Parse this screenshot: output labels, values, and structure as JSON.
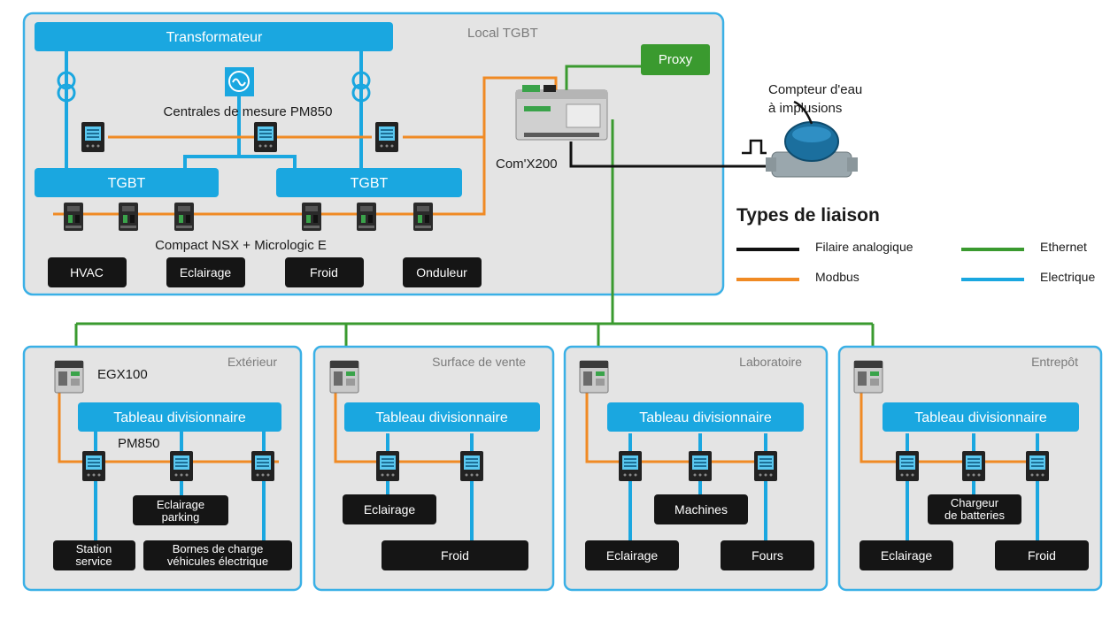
{
  "local": {
    "label": "Local TGBT",
    "transformer": "Transformateur",
    "meters_label": "Centrales de mesure PM850",
    "tgbt_left": "TGBT",
    "tgbt_right": "TGBT",
    "breakers_label": "Compact NSX + Micrologic E",
    "loads": [
      "HVAC",
      "Eclairage",
      "Froid",
      "Onduleur"
    ],
    "proxy": "Proxy",
    "comx": "Com'X200"
  },
  "water_meter": {
    "line1": "Compteur d'eau",
    "line2": "à implusions"
  },
  "legend": {
    "title": "Types de liaison",
    "items": [
      {
        "label": "Filaire analogique",
        "color": "#111111"
      },
      {
        "label": "Ethernet",
        "color": "#3a9a2f"
      },
      {
        "label": "Modbus",
        "color": "#f08a24"
      },
      {
        "label": "Electrique",
        "color": "#1aa7e0"
      }
    ]
  },
  "zones": [
    {
      "label": "Extérieur",
      "gateway": "EGX100",
      "panel": "Tableau divisionnaire",
      "meter_label": "PM850",
      "loads": [
        {
          "l1": "Eclairage",
          "l2": "parking"
        },
        {
          "l1": "Station",
          "l2": "service"
        },
        {
          "l1": "Bornes de charge",
          "l2": "véhicules électrique"
        }
      ]
    },
    {
      "label": "Surface de vente",
      "panel": "Tableau divisionnaire",
      "loads": [
        {
          "l1": "Eclairage"
        },
        {
          "l1": "Froid"
        }
      ]
    },
    {
      "label": "Laboratoire",
      "panel": "Tableau divisionnaire",
      "loads": [
        {
          "l1": "Machines"
        },
        {
          "l1": "Eclairage"
        },
        {
          "l1": "Fours"
        }
      ]
    },
    {
      "label": "Entrepôt",
      "panel": "Tableau divisionnaire",
      "loads": [
        {
          "l1": "Chargeur",
          "l2": "de batteries"
        },
        {
          "l1": "Eclairage"
        },
        {
          "l1": "Froid"
        }
      ]
    }
  ],
  "colors": {
    "electric": "#1aa7e0",
    "modbus": "#f08a24",
    "ethernet": "#3a9a2f",
    "analog": "#111111",
    "zone_bg": "#e4e4e4",
    "zone_border": "#3ab0e6",
    "load_box": "#151515",
    "proxy": "#3a9a2f"
  }
}
